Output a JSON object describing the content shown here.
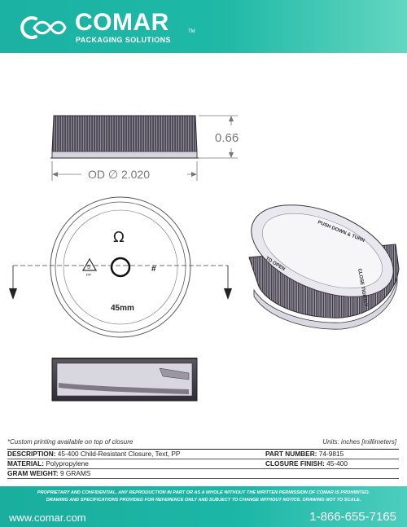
{
  "header": {
    "brand": "COMAR",
    "trademark": "TM",
    "tagline": "PACKAGING SOLUTIONS"
  },
  "drawing": {
    "height_dim": "0.66",
    "od_dim": "OD ∅ 2.020",
    "omega_symbol": "Ω",
    "recycle_code": "5",
    "recycle_label": "PP",
    "hash_mark": "#",
    "size_label": "45mm",
    "cap_text_1": "PUSH DOWN & TURN",
    "cap_text_2": "CLOSE TIGHTLY",
    "cap_text_3": "TO OPEN"
  },
  "note": "*Custom printing available on top of closure",
  "units": "Units: inches [millimeters]",
  "specs": [
    {
      "left_key": "DESCRIPTION:",
      "left_val": "45-400 Child-Resistant Closure, Text, PP",
      "right_key": "PART NUMBER:",
      "right_val": "74-9815"
    },
    {
      "left_key": "MATERIAL:",
      "left_val": "Polypropylene",
      "right_key": "CLOSURE FINISH:",
      "right_val": "45-400"
    },
    {
      "left_key": "GRAM WEIGHT:",
      "left_val": "9 GRAMS",
      "right_key": "",
      "right_val": ""
    }
  ],
  "footer": {
    "disclaimer_1": "PROPRIETARY AND CONFIDENTIAL. ANY REPRODUCTION IN PART OR AS A WHOLE WITHOUT THE WRITTEN PERMISSION OF COMAR IS PROHIBITED.",
    "disclaimer_2": "DRAWING AND SPECIFICATIONS PROVIDED FOR REFERENCE ONLY AND SUBJECT TO CHANGE WITHOUT NOTICE. DRAWING NOT TO SCALE.",
    "website": "www.comar.com",
    "phone": "1-866-655-7165"
  },
  "colors": {
    "brand_teal": "#1fb9a6",
    "cap_dark": "#3d3a44",
    "cap_light": "#e8e6ee"
  }
}
